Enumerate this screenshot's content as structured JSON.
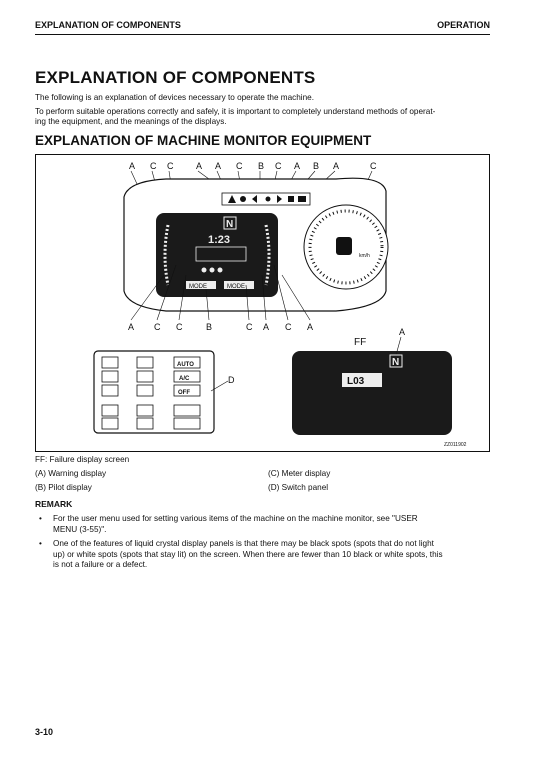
{
  "header": {
    "left": "EXPLANATION OF COMPONENTS",
    "right": "OPERATION"
  },
  "title": "EXPLANATION OF COMPONENTS",
  "intro": [
    "The following is an explanation of devices necessary to operate the machine.",
    "To perform suitable operations correctly and safely, it is important to completely understand methods of operat-",
    "ing the equipment, and the meanings of the displays."
  ],
  "subtitle": "EXPLANATION OF MACHINE MONITOR EQUIPMENT",
  "figure": {
    "top_callouts": [
      "A",
      "C",
      "C",
      "A",
      "A",
      "C",
      "B",
      "C",
      "A",
      "B",
      "A",
      "C"
    ],
    "bottom_callouts": [
      "A",
      "C",
      "C",
      "B",
      "C",
      "A",
      "C",
      "A"
    ],
    "callout_d": "D",
    "callout_ff": "FF",
    "callout_a_right": "A",
    "time": "1:23",
    "gear": "N",
    "speed_unit": "km/h",
    "code": "L03",
    "mode_left": "MODE",
    "mode_right": "MODE",
    "button_auto": "AUTO",
    "button_ac": "A/C",
    "button_off": "OFF",
    "fig_id": "ZZ011902"
  },
  "captions": {
    "ff": "FF: Failure display screen",
    "a": "(A) Warning display",
    "b": "(B) Pilot display",
    "c": "(C) Meter display",
    "d": "(D) Switch panel"
  },
  "remark_title": "REMARK",
  "remarks": [
    {
      "bullet": "•",
      "line1": "For the user menu used for setting various items of the machine on the machine monitor, see \"USER",
      "line2": "MENU (3-55)\"."
    },
    {
      "bullet": "•",
      "line1": "One of the features of liquid crystal display panels is that there may be black spots (spots that do not light",
      "line2": "up) or white spots (spots that stay lit) on the screen. When there are fewer than 10 black or white spots, this",
      "line3": "is not a failure or a defect."
    }
  ],
  "page_number": "3-10"
}
